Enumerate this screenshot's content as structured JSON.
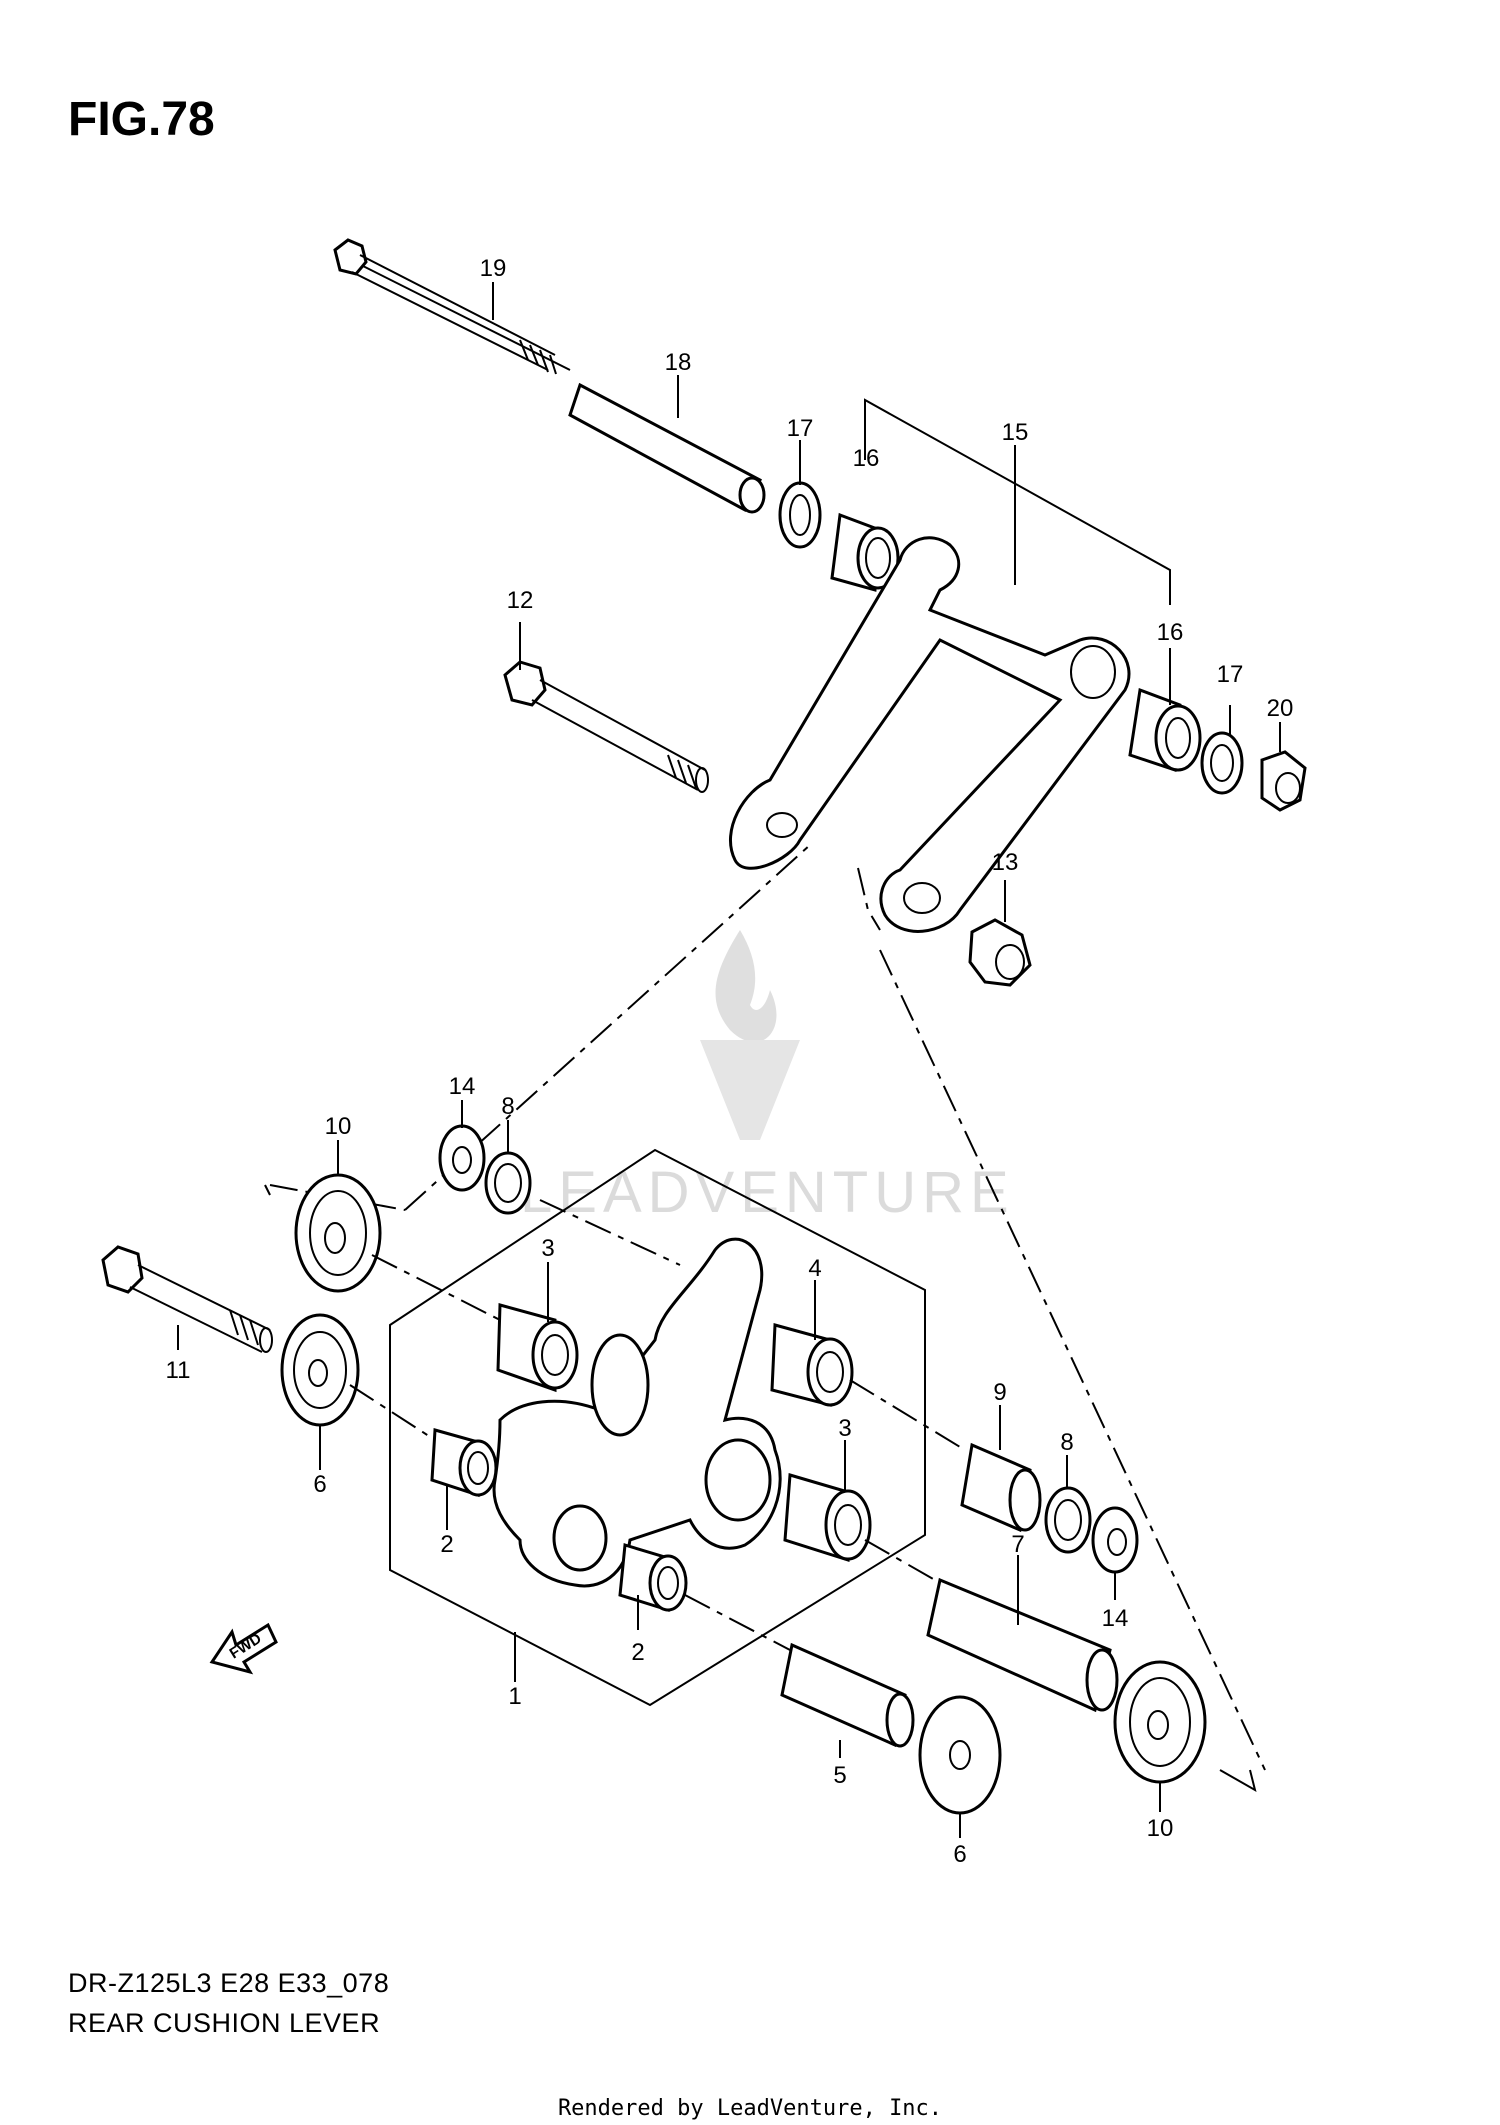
{
  "figure": {
    "title": "FIG.78"
  },
  "footer": {
    "model_code": "DR-Z125L3 E28 E33_078",
    "assembly_name": "REAR CUSHION LEVER",
    "rendered_by": "Rendered by LeadVenture, Inc."
  },
  "watermark": {
    "text": "LEADVENTURE"
  },
  "fwd_arrow": {
    "label": "FWD"
  },
  "callouts": {
    "c19": "19",
    "c18": "18",
    "c17a": "17",
    "c16a": "16",
    "c15": "15",
    "c12": "12",
    "c16b": "16",
    "c17b": "17",
    "c20": "20",
    "c13": "13",
    "c14a": "14",
    "c8a": "8",
    "c10a": "10",
    "c3a": "3",
    "c4": "4",
    "c11": "11",
    "c6a": "6",
    "c2a": "2",
    "c3b": "3",
    "c9": "9",
    "c8b": "8",
    "c7": "7",
    "c14b": "14",
    "c2b": "2",
    "c1": "1",
    "c5": "5",
    "c6b": "6",
    "c10b": "10"
  }
}
